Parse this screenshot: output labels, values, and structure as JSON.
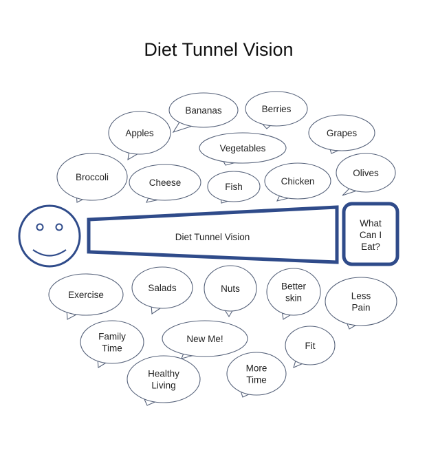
{
  "title": "Diet Tunnel Vision",
  "tunnel_label": "Diet Tunnel Vision",
  "question": [
    "What",
    "Can I",
    "Eat?"
  ],
  "colors": {
    "outline": "#2f4b8a",
    "bubble_stroke": "#56627a",
    "text": "#222222"
  },
  "face_icon": "smiley-face-icon",
  "food_bubbles": [
    {
      "id": "bananas",
      "lines": [
        "Bananas"
      ]
    },
    {
      "id": "berries",
      "lines": [
        "Berries"
      ]
    },
    {
      "id": "apples",
      "lines": [
        "Apples"
      ]
    },
    {
      "id": "grapes",
      "lines": [
        "Grapes"
      ]
    },
    {
      "id": "vegetables",
      "lines": [
        "Vegetables"
      ]
    },
    {
      "id": "broccoli",
      "lines": [
        "Broccoli"
      ]
    },
    {
      "id": "cheese",
      "lines": [
        "Cheese"
      ]
    },
    {
      "id": "fish",
      "lines": [
        "Fish"
      ]
    },
    {
      "id": "chicken",
      "lines": [
        "Chicken"
      ]
    },
    {
      "id": "olives",
      "lines": [
        "Olives"
      ]
    }
  ],
  "benefit_bubbles": [
    {
      "id": "exercise",
      "lines": [
        "Exercise"
      ]
    },
    {
      "id": "salads",
      "lines": [
        "Salads"
      ]
    },
    {
      "id": "nuts",
      "lines": [
        "Nuts"
      ]
    },
    {
      "id": "better-skin",
      "lines": [
        "Better",
        "skin"
      ]
    },
    {
      "id": "less-pain",
      "lines": [
        "Less",
        "Pain"
      ]
    },
    {
      "id": "family-time",
      "lines": [
        "Family",
        "Time"
      ]
    },
    {
      "id": "new-me",
      "lines": [
        "New Me!"
      ]
    },
    {
      "id": "fit",
      "lines": [
        "Fit"
      ]
    },
    {
      "id": "healthy-living",
      "lines": [
        "Healthy",
        "Living"
      ]
    },
    {
      "id": "more-time",
      "lines": [
        "More",
        "Time"
      ]
    }
  ]
}
